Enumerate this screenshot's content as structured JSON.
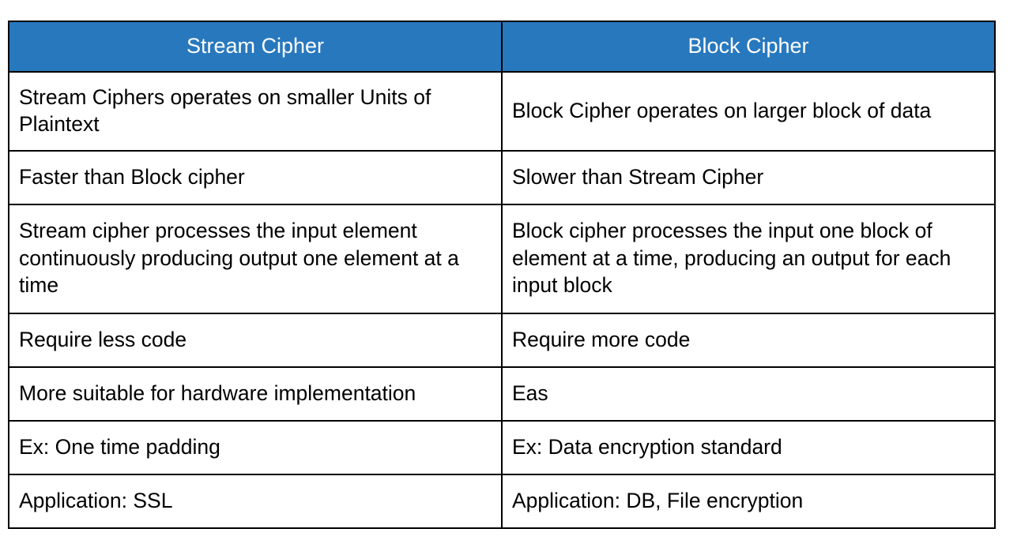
{
  "table": {
    "title_row": {
      "left_header": "Stream Cipher",
      "right_header": "Block Cipher"
    },
    "header_bg_color": "#2878be",
    "header_text_color": "#ffffff",
    "border_color": "#000000",
    "body_text_color": "#000000",
    "page_bg_color": "#ffffff",
    "columns": [
      "Stream Cipher",
      "Block Cipher"
    ],
    "rows": [
      {
        "left": "Stream Ciphers operates on smaller Units of Plaintext",
        "right": "Block Cipher operates on larger block of data"
      },
      {
        "left": "Faster than Block cipher",
        "right": "Slower than Stream Cipher"
      },
      {
        "left": "Stream cipher processes the input element continuously producing output one element at a time",
        "right": "Block cipher processes the input one block of element at a time, producing an output for each input block"
      },
      {
        "left": "Require less code",
        "right": "Require more code"
      },
      {
        "left": "More suitable for hardware implementation",
        "right": "Eas"
      },
      {
        "left": "Ex: One time padding",
        "right": "Ex: Data encryption standard"
      },
      {
        "left": "Application: SSL",
        "right": "Application: DB, File encryption"
      }
    ]
  }
}
